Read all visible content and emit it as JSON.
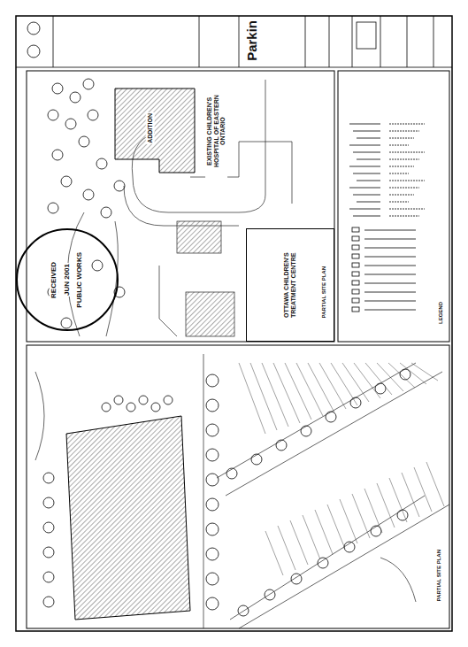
{
  "diagram": {
    "nodes": [
      {
        "text": [
          "ADDITION"
        ]
      },
      {
        "text": [
          "OTTAWA CHILDREN'S TREATMENT CENTRE"
        ]
      },
      {
        "text": [
          "RECEIVED",
          "JUN 2001",
          "PUBLIC WORKS"
        ]
      }
    ],
    "labels": [
      "Parkin",
      "EXISTING CHILDREN'S HOSPITAL OF EASTERN ONTARIO",
      "PARTIAL SITE PLAN",
      "LEGEND",
      "PARTIAL SITE PLAN"
    ]
  }
}
